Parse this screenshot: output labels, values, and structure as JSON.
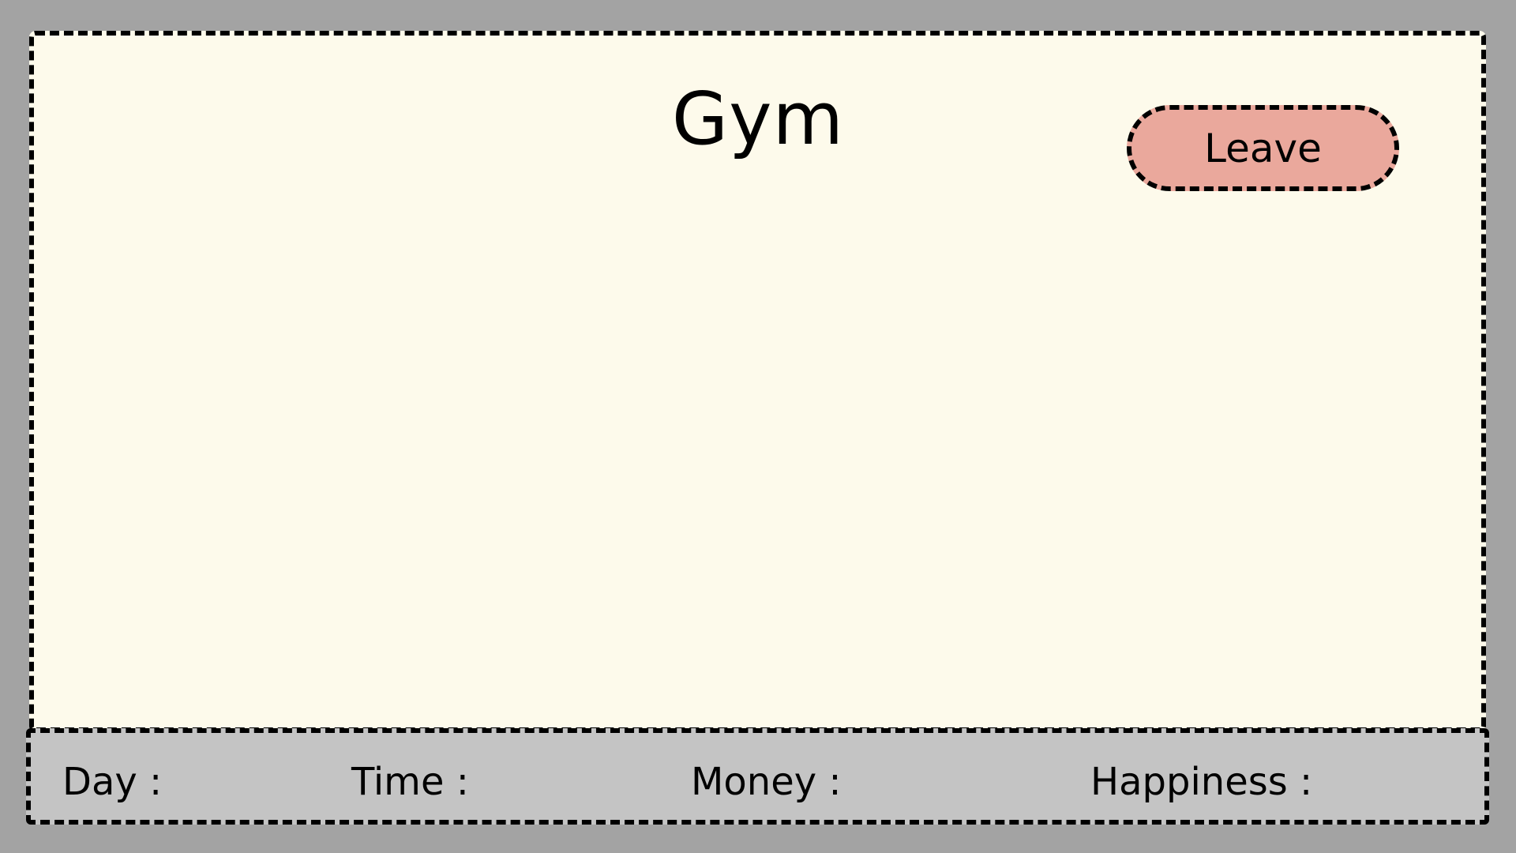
{
  "screen": {
    "title": "Gym",
    "leave_label": "Leave"
  },
  "status": {
    "day_label": "Day :",
    "time_label": "Time :",
    "money_label": "Money :",
    "happiness_label": "Happiness :"
  },
  "colors": {
    "background": "#a3a3a3",
    "panel": "#fdfaeb",
    "status_bar": "#c4c4c4",
    "leave_button": "#eaa89c",
    "border": "#000000"
  }
}
